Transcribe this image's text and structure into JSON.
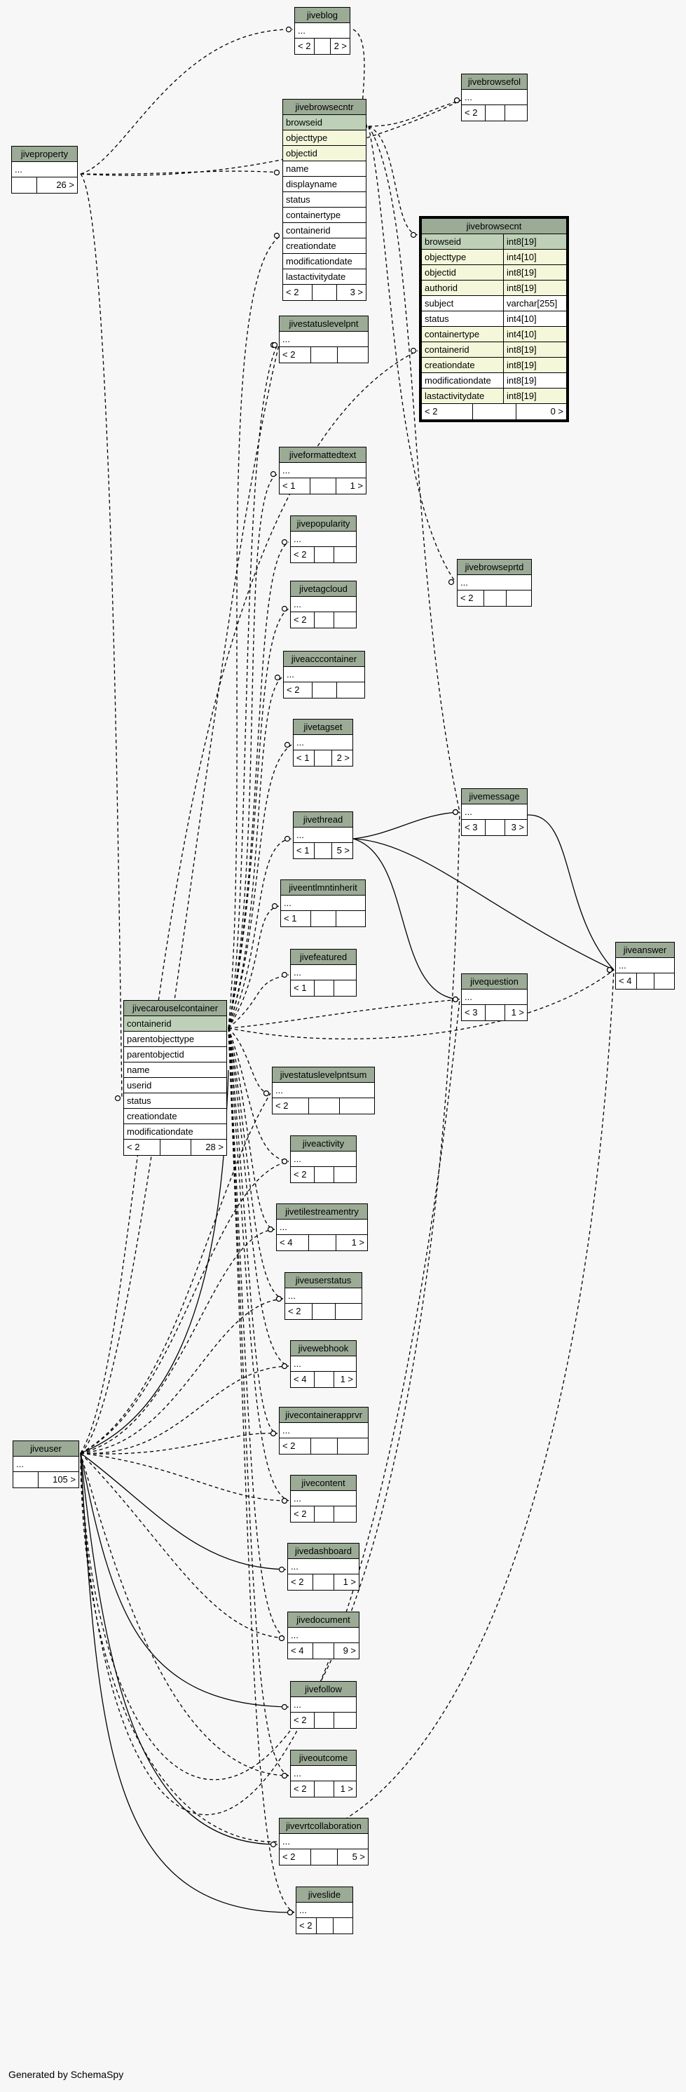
{
  "footer": "Generated by SchemaSpy",
  "tables": [
    {
      "id": "jiveblog",
      "title": "jiveblog",
      "rows": [
        {
          "n": "..."
        }
      ],
      "foot": [
        "< 2",
        "",
        "2 >"
      ]
    },
    {
      "id": "jivebrowsefol",
      "title": "jivebrowsefol",
      "rows": [
        {
          "n": "..."
        }
      ],
      "foot": [
        "< 2",
        "",
        ""
      ]
    },
    {
      "id": "jiveproperty",
      "title": "jiveproperty",
      "rows": [
        {
          "n": "..."
        }
      ],
      "foot": [
        "",
        "26 >"
      ]
    },
    {
      "id": "jivebrowsecntr",
      "title": "jivebrowsecntr",
      "rows": [
        {
          "n": "browseid",
          "k": "pk"
        },
        {
          "n": "objecttype",
          "k": "fk"
        },
        {
          "n": "objectid",
          "k": "fk"
        },
        {
          "n": "name"
        },
        {
          "n": "displayname"
        },
        {
          "n": "status"
        },
        {
          "n": "containertype"
        },
        {
          "n": "containerid"
        },
        {
          "n": "creationdate"
        },
        {
          "n": "modificationdate"
        },
        {
          "n": "lastactivitydate"
        }
      ],
      "foot": [
        "< 2",
        "",
        "3 >"
      ]
    },
    {
      "id": "jivebrowsecnt",
      "title": "jivebrowsecnt",
      "focus": true,
      "rows": [
        {
          "n": "browseid",
          "t": "int8[19]",
          "k": "pk"
        },
        {
          "n": "objecttype",
          "t": "int4[10]",
          "k": "fk"
        },
        {
          "n": "objectid",
          "t": "int8[19]",
          "k": "fk"
        },
        {
          "n": "authorid",
          "t": "int8[19]",
          "k": "fk"
        },
        {
          "n": "subject",
          "t": "varchar[255]"
        },
        {
          "n": "status",
          "t": "int4[10]"
        },
        {
          "n": "containertype",
          "t": "int4[10]",
          "k": "fk"
        },
        {
          "n": "containerid",
          "t": "int8[19]",
          "k": "fk"
        },
        {
          "n": "creationdate",
          "t": "int8[19]",
          "k": "fk"
        },
        {
          "n": "modificationdate",
          "t": "int8[19]"
        },
        {
          "n": "lastactivitydate",
          "t": "int8[19]",
          "k": "fk"
        }
      ],
      "foot": [
        "< 2",
        "",
        "0 >"
      ]
    },
    {
      "id": "jivestatuslevelpnt",
      "title": "jivestatuslevelpnt",
      "rows": [
        {
          "n": "..."
        }
      ],
      "foot": [
        "< 2",
        "",
        ""
      ]
    },
    {
      "id": "jiveformattedtext",
      "title": "jiveformattedtext",
      "rows": [
        {
          "n": "..."
        }
      ],
      "foot": [
        "< 1",
        "",
        "1 >"
      ]
    },
    {
      "id": "jivepopularity",
      "title": "jivepopularity",
      "rows": [
        {
          "n": "..."
        }
      ],
      "foot": [
        "< 2",
        "",
        ""
      ]
    },
    {
      "id": "jivebrowseprtd",
      "title": "jivebrowseprtd",
      "rows": [
        {
          "n": "..."
        }
      ],
      "foot": [
        "< 2",
        "",
        ""
      ]
    },
    {
      "id": "jivetagcloud",
      "title": "jivetagcloud",
      "rows": [
        {
          "n": "..."
        }
      ],
      "foot": [
        "< 2",
        "",
        ""
      ]
    },
    {
      "id": "jiveacccontainer",
      "title": "jiveacccontainer",
      "rows": [
        {
          "n": "..."
        }
      ],
      "foot": [
        "< 2",
        "",
        ""
      ]
    },
    {
      "id": "jivetagset",
      "title": "jivetagset",
      "rows": [
        {
          "n": "..."
        }
      ],
      "foot": [
        "< 1",
        "",
        "2 >"
      ]
    },
    {
      "id": "jivemessage",
      "title": "jivemessage",
      "rows": [
        {
          "n": "..."
        }
      ],
      "foot": [
        "< 3",
        "",
        "3 >"
      ]
    },
    {
      "id": "jivethread",
      "title": "jivethread",
      "rows": [
        {
          "n": "..."
        }
      ],
      "foot": [
        "< 1",
        "",
        "5 >"
      ]
    },
    {
      "id": "jiveentlmntinherit",
      "title": "jiveentlmntinherit",
      "rows": [
        {
          "n": "..."
        }
      ],
      "foot": [
        "< 1",
        "",
        ""
      ]
    },
    {
      "id": "jiveanswer",
      "title": "jiveanswer",
      "rows": [
        {
          "n": "..."
        }
      ],
      "foot": [
        "< 4",
        "",
        ""
      ]
    },
    {
      "id": "jivefeatured",
      "title": "jivefeatured",
      "rows": [
        {
          "n": "..."
        }
      ],
      "foot": [
        "< 1",
        "",
        ""
      ]
    },
    {
      "id": "jivequestion",
      "title": "jivequestion",
      "rows": [
        {
          "n": "..."
        }
      ],
      "foot": [
        "< 3",
        "",
        "1 >"
      ]
    },
    {
      "id": "jivecarouselcontainer",
      "title": "jivecarouselcontainer",
      "rows": [
        {
          "n": "containerid",
          "k": "pk"
        },
        {
          "n": "parentobjecttype"
        },
        {
          "n": "parentobjectid"
        },
        {
          "n": "name"
        },
        {
          "n": "userid"
        },
        {
          "n": "status"
        },
        {
          "n": "creationdate"
        },
        {
          "n": "modificationdate"
        }
      ],
      "foot": [
        "< 2",
        "",
        "28 >"
      ]
    },
    {
      "id": "jivestatuslevelpntsum",
      "title": "jivestatuslevelpntsum",
      "rows": [
        {
          "n": "..."
        }
      ],
      "foot": [
        "< 2",
        "",
        ""
      ]
    },
    {
      "id": "jiveactivity",
      "title": "jiveactivity",
      "rows": [
        {
          "n": "..."
        }
      ],
      "foot": [
        "< 2",
        "",
        ""
      ]
    },
    {
      "id": "jivetilestreamentry",
      "title": "jivetilestreamentry",
      "rows": [
        {
          "n": "..."
        }
      ],
      "foot": [
        "< 4",
        "",
        "1 >"
      ]
    },
    {
      "id": "jiveuserstatus",
      "title": "jiveuserstatus",
      "rows": [
        {
          "n": "..."
        }
      ],
      "foot": [
        "< 2",
        "",
        ""
      ]
    },
    {
      "id": "jivewebhook",
      "title": "jivewebhook",
      "rows": [
        {
          "n": "..."
        }
      ],
      "foot": [
        "< 4",
        "",
        "1 >"
      ]
    },
    {
      "id": "jiveuser",
      "title": "jiveuser",
      "rows": [
        {
          "n": "..."
        }
      ],
      "foot": [
        "",
        "105 >"
      ]
    },
    {
      "id": "jivecontainerapprvr",
      "title": "jivecontainerapprvr",
      "rows": [
        {
          "n": "..."
        }
      ],
      "foot": [
        "< 2",
        "",
        ""
      ]
    },
    {
      "id": "jivecontent",
      "title": "jivecontent",
      "rows": [
        {
          "n": "..."
        }
      ],
      "foot": [
        "< 2",
        "",
        ""
      ]
    },
    {
      "id": "jivedashboard",
      "title": "jivedashboard",
      "rows": [
        {
          "n": "..."
        }
      ],
      "foot": [
        "< 2",
        "",
        "1 >"
      ]
    },
    {
      "id": "jivedocument",
      "title": "jivedocument",
      "rows": [
        {
          "n": "..."
        }
      ],
      "foot": [
        "< 4",
        "",
        "9 >"
      ]
    },
    {
      "id": "jivefollow",
      "title": "jivefollow",
      "rows": [
        {
          "n": "..."
        }
      ],
      "foot": [
        "< 2",
        "",
        ""
      ]
    },
    {
      "id": "jiveoutcome",
      "title": "jiveoutcome",
      "rows": [
        {
          "n": "..."
        }
      ],
      "foot": [
        "< 2",
        "",
        "1 >"
      ]
    },
    {
      "id": "jivevrtcollaboration",
      "title": "jivevrtcollaboration",
      "rows": [
        {
          "n": "..."
        }
      ],
      "foot": [
        "< 2",
        "",
        "5 >"
      ]
    },
    {
      "id": "jiveslide",
      "title": "jiveslide",
      "rows": [
        {
          "n": "..."
        }
      ],
      "foot": [
        "< 2",
        "",
        ""
      ]
    }
  ]
}
